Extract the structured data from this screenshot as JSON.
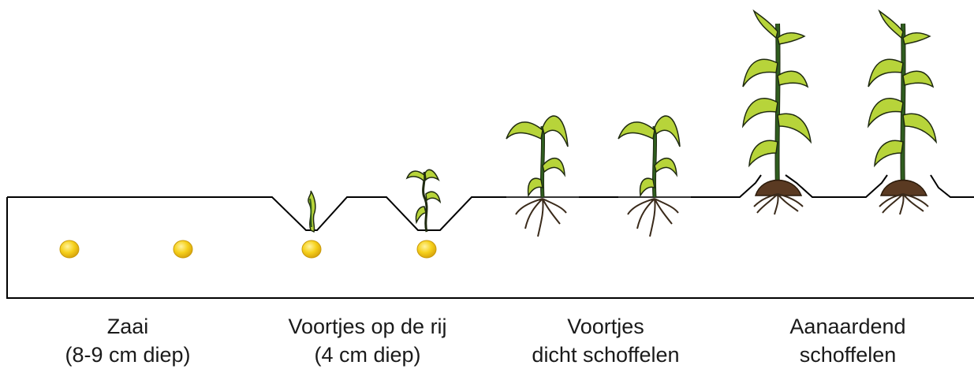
{
  "colors": {
    "soil_line": "#000000",
    "seed_fill": "#f3c51a",
    "seed_stroke": "#c99a0a",
    "leaf_fill": "#b7d43a",
    "leaf_stroke": "#1f2a10",
    "stem_fill": "#2f5d1f",
    "root": "#3a2a1a",
    "root_ball": "#5a3a22"
  },
  "stages": [
    {
      "line1": "Zaai",
      "line2": "(8-9 cm diep)"
    },
    {
      "line1": "Voortjes op de rij",
      "line2": "(4 cm diep)"
    },
    {
      "line1": "Voortjes",
      "line2": "dicht schoffelen"
    },
    {
      "line1": "Aanaardend",
      "line2": "schoffelen"
    }
  ]
}
